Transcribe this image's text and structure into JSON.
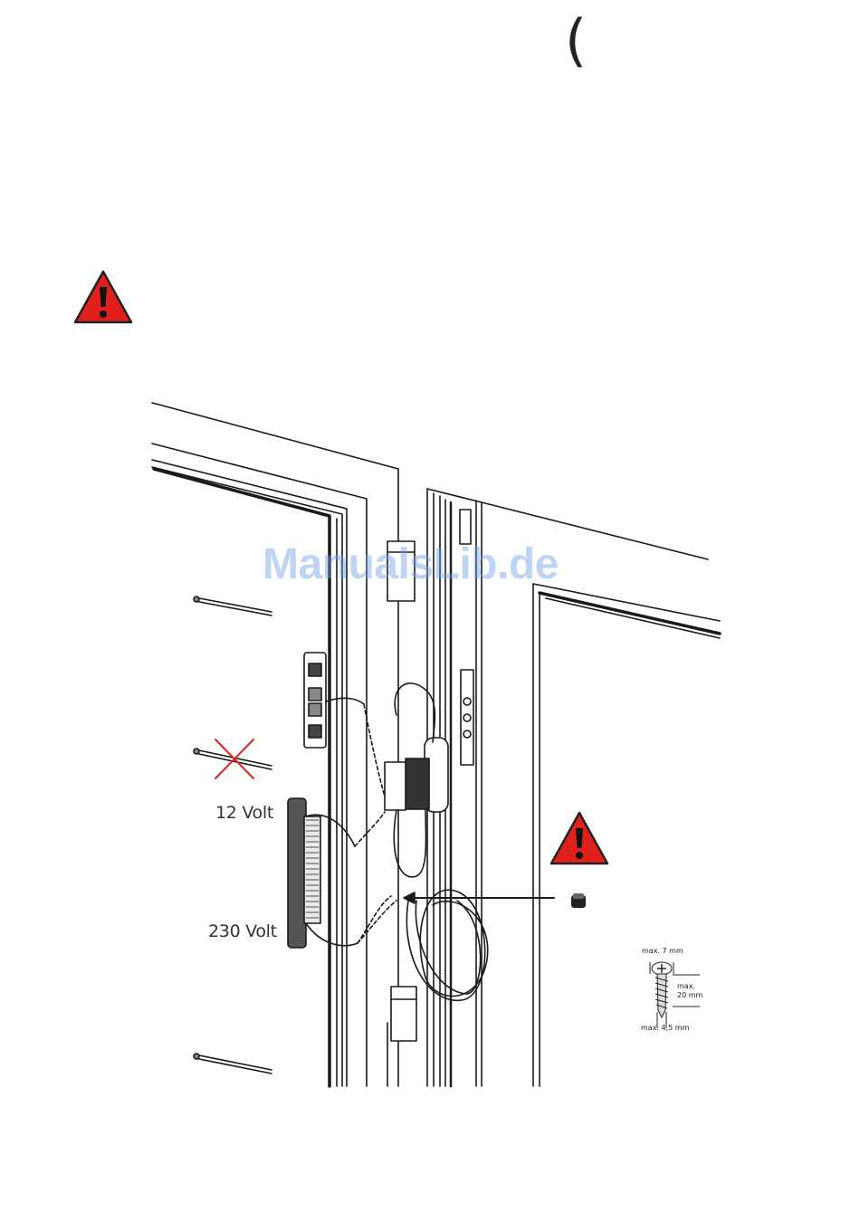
{
  "header": {
    "glyph": "("
  },
  "labels": {
    "volt_12": "12 Volt",
    "volt_230": "230 Volt"
  },
  "watermark": "ManualsLib.de",
  "screw_spec": {
    "head_max": "max. 7 mm",
    "length_max_1": "max.",
    "length_max_2": "20 mm",
    "shank_max": "max. 4,5 mm"
  },
  "colors": {
    "warning_red": "#e0201c",
    "line": "#1a1a1a"
  },
  "icons": [
    "warning-triangle-icon",
    "warning-triangle-icon",
    "cable-grommet-icon",
    "screw-icon"
  ]
}
